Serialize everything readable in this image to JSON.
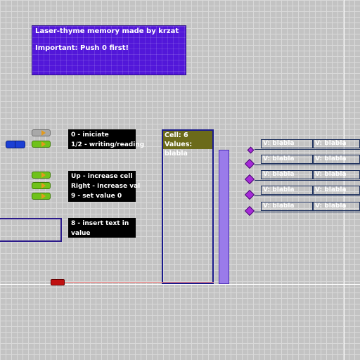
{
  "title_panel": {
    "line1": "Laser-thyme memory made by krzat",
    "line2": "Important: Push 0 first!"
  },
  "labels": {
    "init": "0 - iniciate",
    "write": "1/2 - writing/reading",
    "up": "Up - increase cell",
    "right": "Right - increase val",
    "nine": "9 - set value 0",
    "eight_line1": "8 - insert text in",
    "eight_line2": "value"
  },
  "memory": {
    "cell": "Cell: 6",
    "values": "Values:",
    "text": "blabla"
  },
  "value_rows": [
    {
      "left": "V: blabla",
      "right": "V: blabla"
    },
    {
      "left": "V: blabla",
      "right": "V: blabla"
    },
    {
      "left": "V: blabla",
      "right": "V: blabla"
    },
    {
      "left": "V: blabla",
      "right": "V: blabla"
    },
    {
      "left": "V: blabla",
      "right": "V: blabla"
    }
  ],
  "colors": {
    "background": "#c3c3c3",
    "panel": "#5217d9",
    "button_green": "#6fc21a",
    "button_grey": "#a8a8a8",
    "diamond": "#a62ad8",
    "memory_highlight": "#6b6a1a",
    "laser": "#f08a8a"
  },
  "icons": [
    "play-triangle-icon",
    "diamond-icon"
  ]
}
